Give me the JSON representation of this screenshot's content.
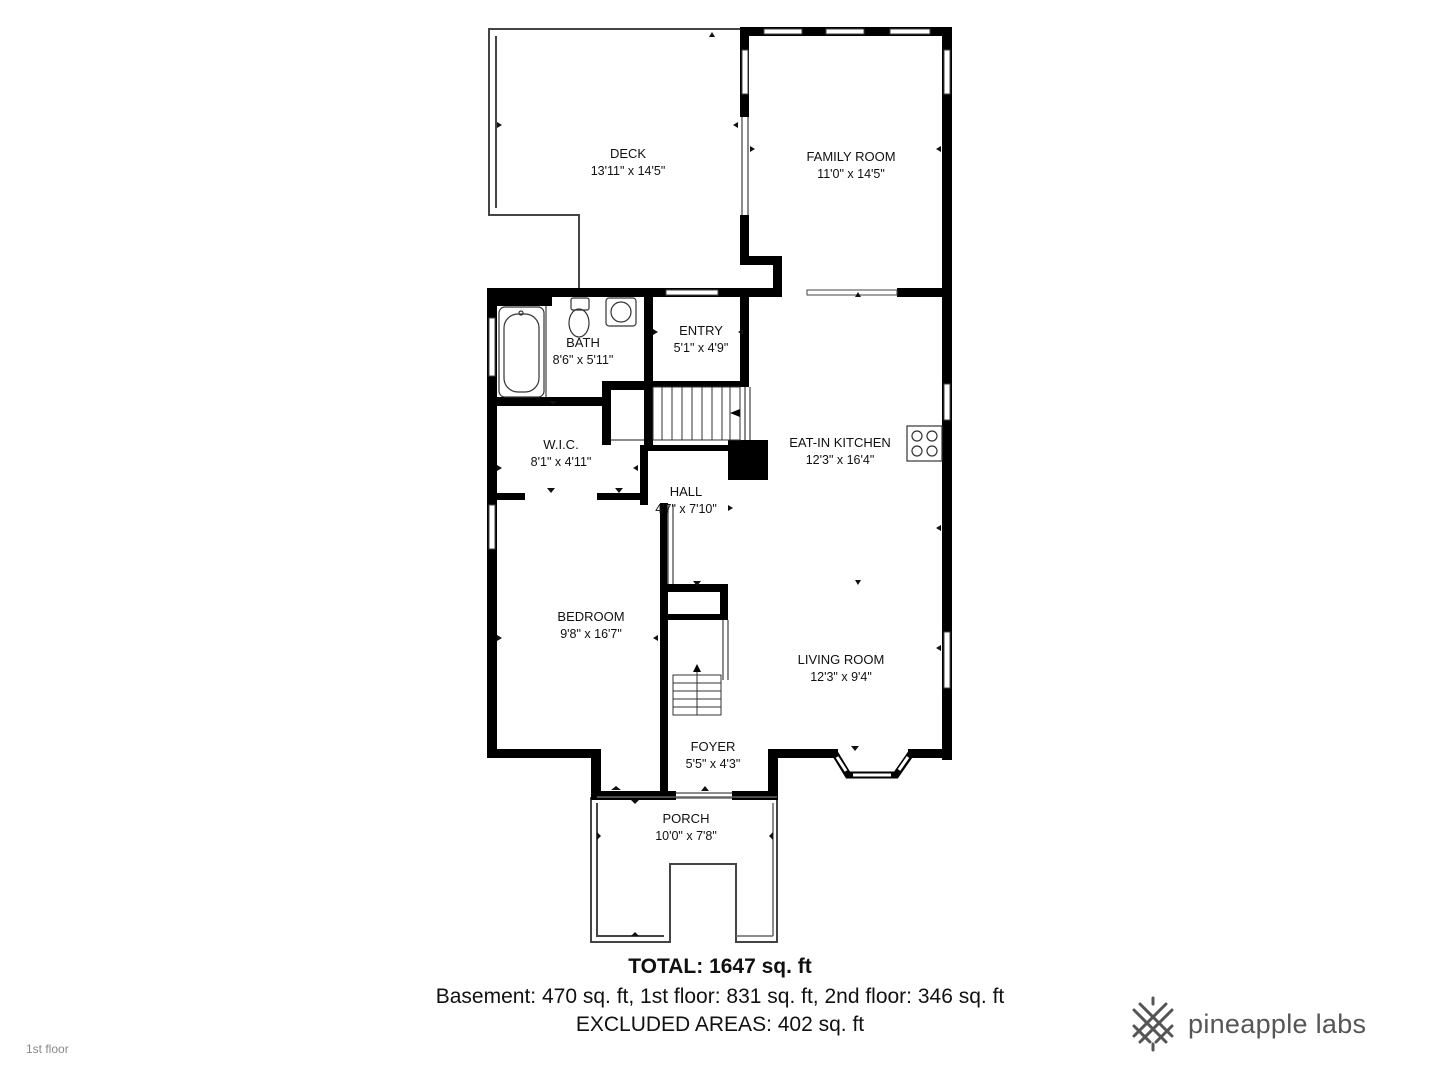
{
  "colors": {
    "wall": "#000000",
    "line": "#444444",
    "window": "#ffffff",
    "brand": "#555555"
  },
  "rooms": [
    {
      "id": "deck",
      "name": "DECK",
      "dims": "13'11\" x 14'5\""
    },
    {
      "id": "family-room",
      "name": "FAMILY ROOM",
      "dims": "11'0\" x 14'5\""
    },
    {
      "id": "bath",
      "name": "BATH",
      "dims": "8'6\" x 5'11\""
    },
    {
      "id": "entry",
      "name": "ENTRY",
      "dims": "5'1\" x 4'9\""
    },
    {
      "id": "eat-in-kitchen",
      "name": "EAT-IN KITCHEN",
      "dims": "12'3\" x 16'4\""
    },
    {
      "id": "wic",
      "name": "W.I.C.",
      "dims": "8'1\" x 4'11\""
    },
    {
      "id": "hall",
      "name": "HALL",
      "dims": "4'7\" x 7'10\""
    },
    {
      "id": "bedroom",
      "name": "BEDROOM",
      "dims": "9'8\" x 16'7\""
    },
    {
      "id": "living-room",
      "name": "LIVING ROOM",
      "dims": "12'3\" x 9'4\""
    },
    {
      "id": "foyer",
      "name": "FOYER",
      "dims": "5'5\" x 4'3\""
    },
    {
      "id": "porch",
      "name": "PORCH",
      "dims": "10'0\" x 7'8\""
    }
  ],
  "summary": {
    "total": "TOTAL: 1647 sq. ft",
    "breakdown": "Basement: 470 sq. ft, 1st floor: 831 sq. ft, 2nd floor: 346 sq. ft",
    "excluded": "EXCLUDED AREAS: 402 sq. ft"
  },
  "floor_label": "1st floor",
  "brand": {
    "name": "pineapple labs",
    "icon": "pineapple-lattice-logo-icon"
  }
}
